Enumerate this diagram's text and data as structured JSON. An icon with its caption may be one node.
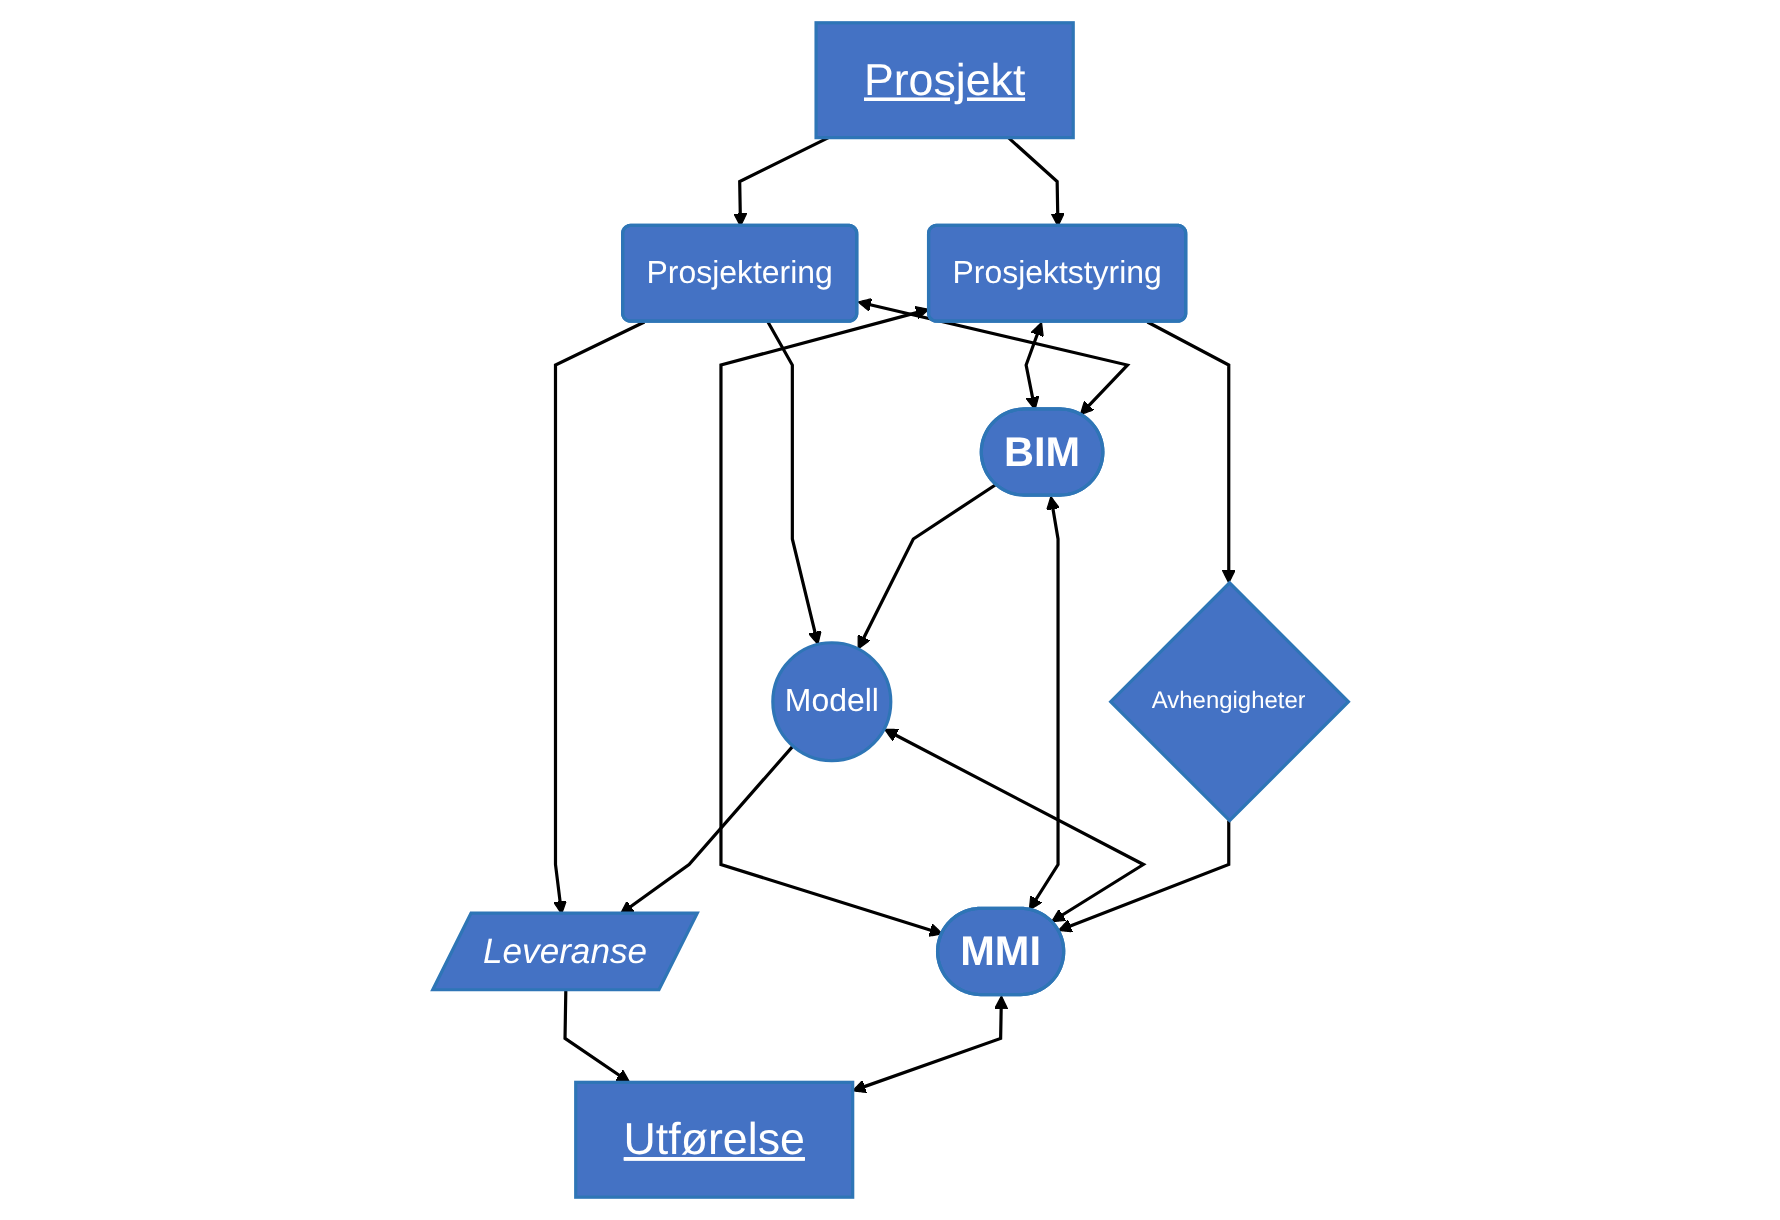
{
  "diagram": {
    "nodes": [
      {
        "text": [
          "Prosjekt"
        ]
      },
      {
        "text": [
          "Prosjektstyring"
        ]
      },
      {
        "text": [
          "Prosjektering"
        ]
      },
      {
        "text": [
          "Avhengigheter"
        ]
      },
      {
        "text": [
          "BIM"
        ]
      },
      {
        "text": [
          "Modell"
        ]
      },
      {
        "text": [
          "Leveranse"
        ]
      },
      {
        "text": [
          "MMI"
        ]
      },
      {
        "text": [
          "Utførelse"
        ]
      }
    ],
    "edges": [
      {
        "from": 0,
        "to": 1,
        "arrow": "to"
      },
      {
        "from": 0,
        "to": 2,
        "arrow": "to"
      },
      {
        "from": 1,
        "to": 3,
        "arrow": "to"
      },
      {
        "from": 1,
        "to": 4,
        "arrow": "both"
      },
      {
        "from": 2,
        "to": 4,
        "arrow": "both"
      },
      {
        "from": 2,
        "to": 5,
        "arrow": "to"
      },
      {
        "from": 2,
        "to": 6,
        "arrow": "to"
      },
      {
        "from": 4,
        "to": 5,
        "arrow": "to"
      },
      {
        "from": 5,
        "to": 6,
        "arrow": "to"
      },
      {
        "from": 1,
        "to": 7,
        "arrow": "both"
      },
      {
        "from": 4,
        "to": 7,
        "arrow": "both"
      },
      {
        "from": 5,
        "to": 7,
        "arrow": "both"
      },
      {
        "from": 3,
        "to": 7,
        "arrow": "to"
      },
      {
        "from": 6,
        "to": 8,
        "arrow": "to"
      },
      {
        "from": 7,
        "to": 8,
        "arrow": "both"
      }
    ]
  }
}
